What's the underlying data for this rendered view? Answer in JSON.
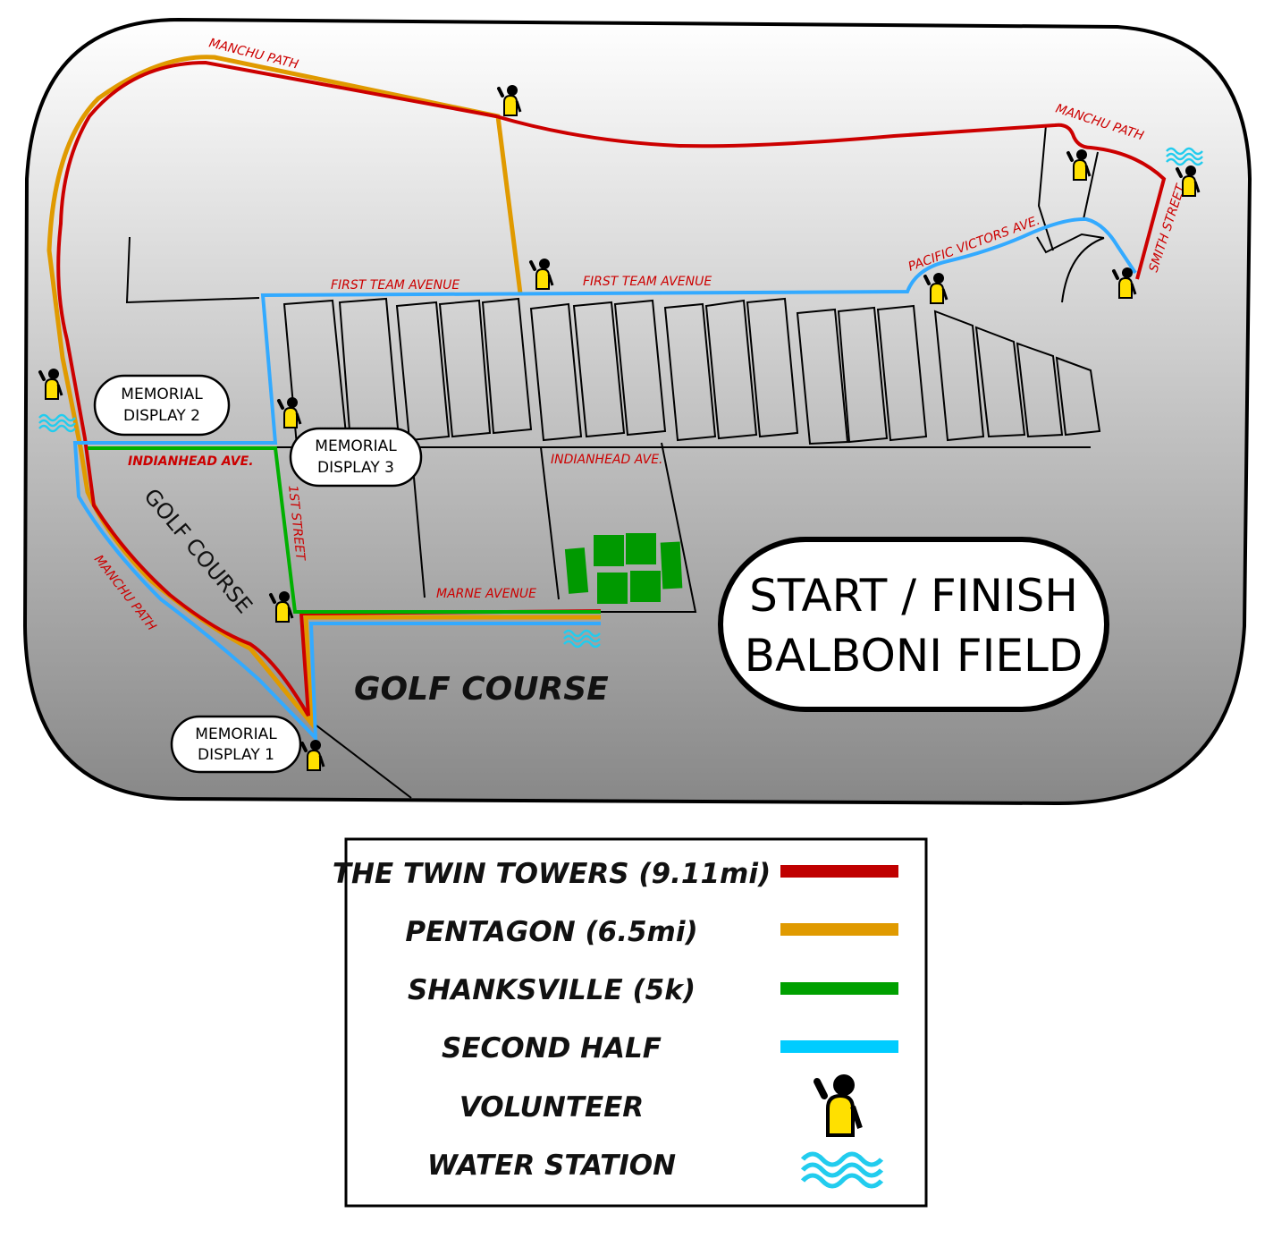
{
  "map": {
    "streets": {
      "manchu_path_top": "MANCHU PATH",
      "manchu_path_right": "MANCHU PATH",
      "manchu_path_left": "MANCHU PATH",
      "first_team_avenue_1": "FIRST TEAM AVENUE",
      "first_team_avenue_2": "FIRST TEAM AVENUE",
      "pacific_victors_ave": "PACIFIC VICTORS AVE.",
      "smith_street": "SMITH STREET",
      "indianhead_ave_1": "INDIANHEAD AVE.",
      "indianhead_ave_2": "INDIANHEAD AVE.",
      "first_street": "1ST STREET",
      "marne_avenue": "MARNE AVENUE"
    },
    "areas": {
      "golf_course_1": "GOLF COURSE",
      "golf_course_2": "GOLF COURSE"
    },
    "memorials": [
      {
        "line1": "MEMORIAL",
        "line2": "DISPLAY 2"
      },
      {
        "line1": "MEMORIAL",
        "line2": "DISPLAY 3"
      },
      {
        "line1": "MEMORIAL",
        "line2": "DISPLAY 1"
      }
    ],
    "start_finish": {
      "line1": "START / FINISH",
      "line2": "BALBONI FIELD"
    }
  },
  "legend": {
    "items": [
      {
        "label": "THE TWIN TOWERS (9.11mi)",
        "color": "#c00000",
        "symbol": "line"
      },
      {
        "label": "PENTAGON (6.5mi)",
        "color": "#e09a00",
        "symbol": "line"
      },
      {
        "label": "SHANKSVILLE (5k)",
        "color": "#00a000",
        "symbol": "line"
      },
      {
        "label": "SECOND HALF",
        "color": "#00ccff",
        "symbol": "line"
      },
      {
        "label": "VOLUNTEER",
        "symbol": "volunteer-icon"
      },
      {
        "label": "WATER STATION",
        "symbol": "water-station-icon"
      }
    ]
  },
  "colors": {
    "red": "#cc0000",
    "orange": "#e09a00",
    "green": "#00b000",
    "blue": "#33aaff",
    "water": "#22ccee",
    "volunteer": "#ffe000",
    "field": "#009900"
  }
}
